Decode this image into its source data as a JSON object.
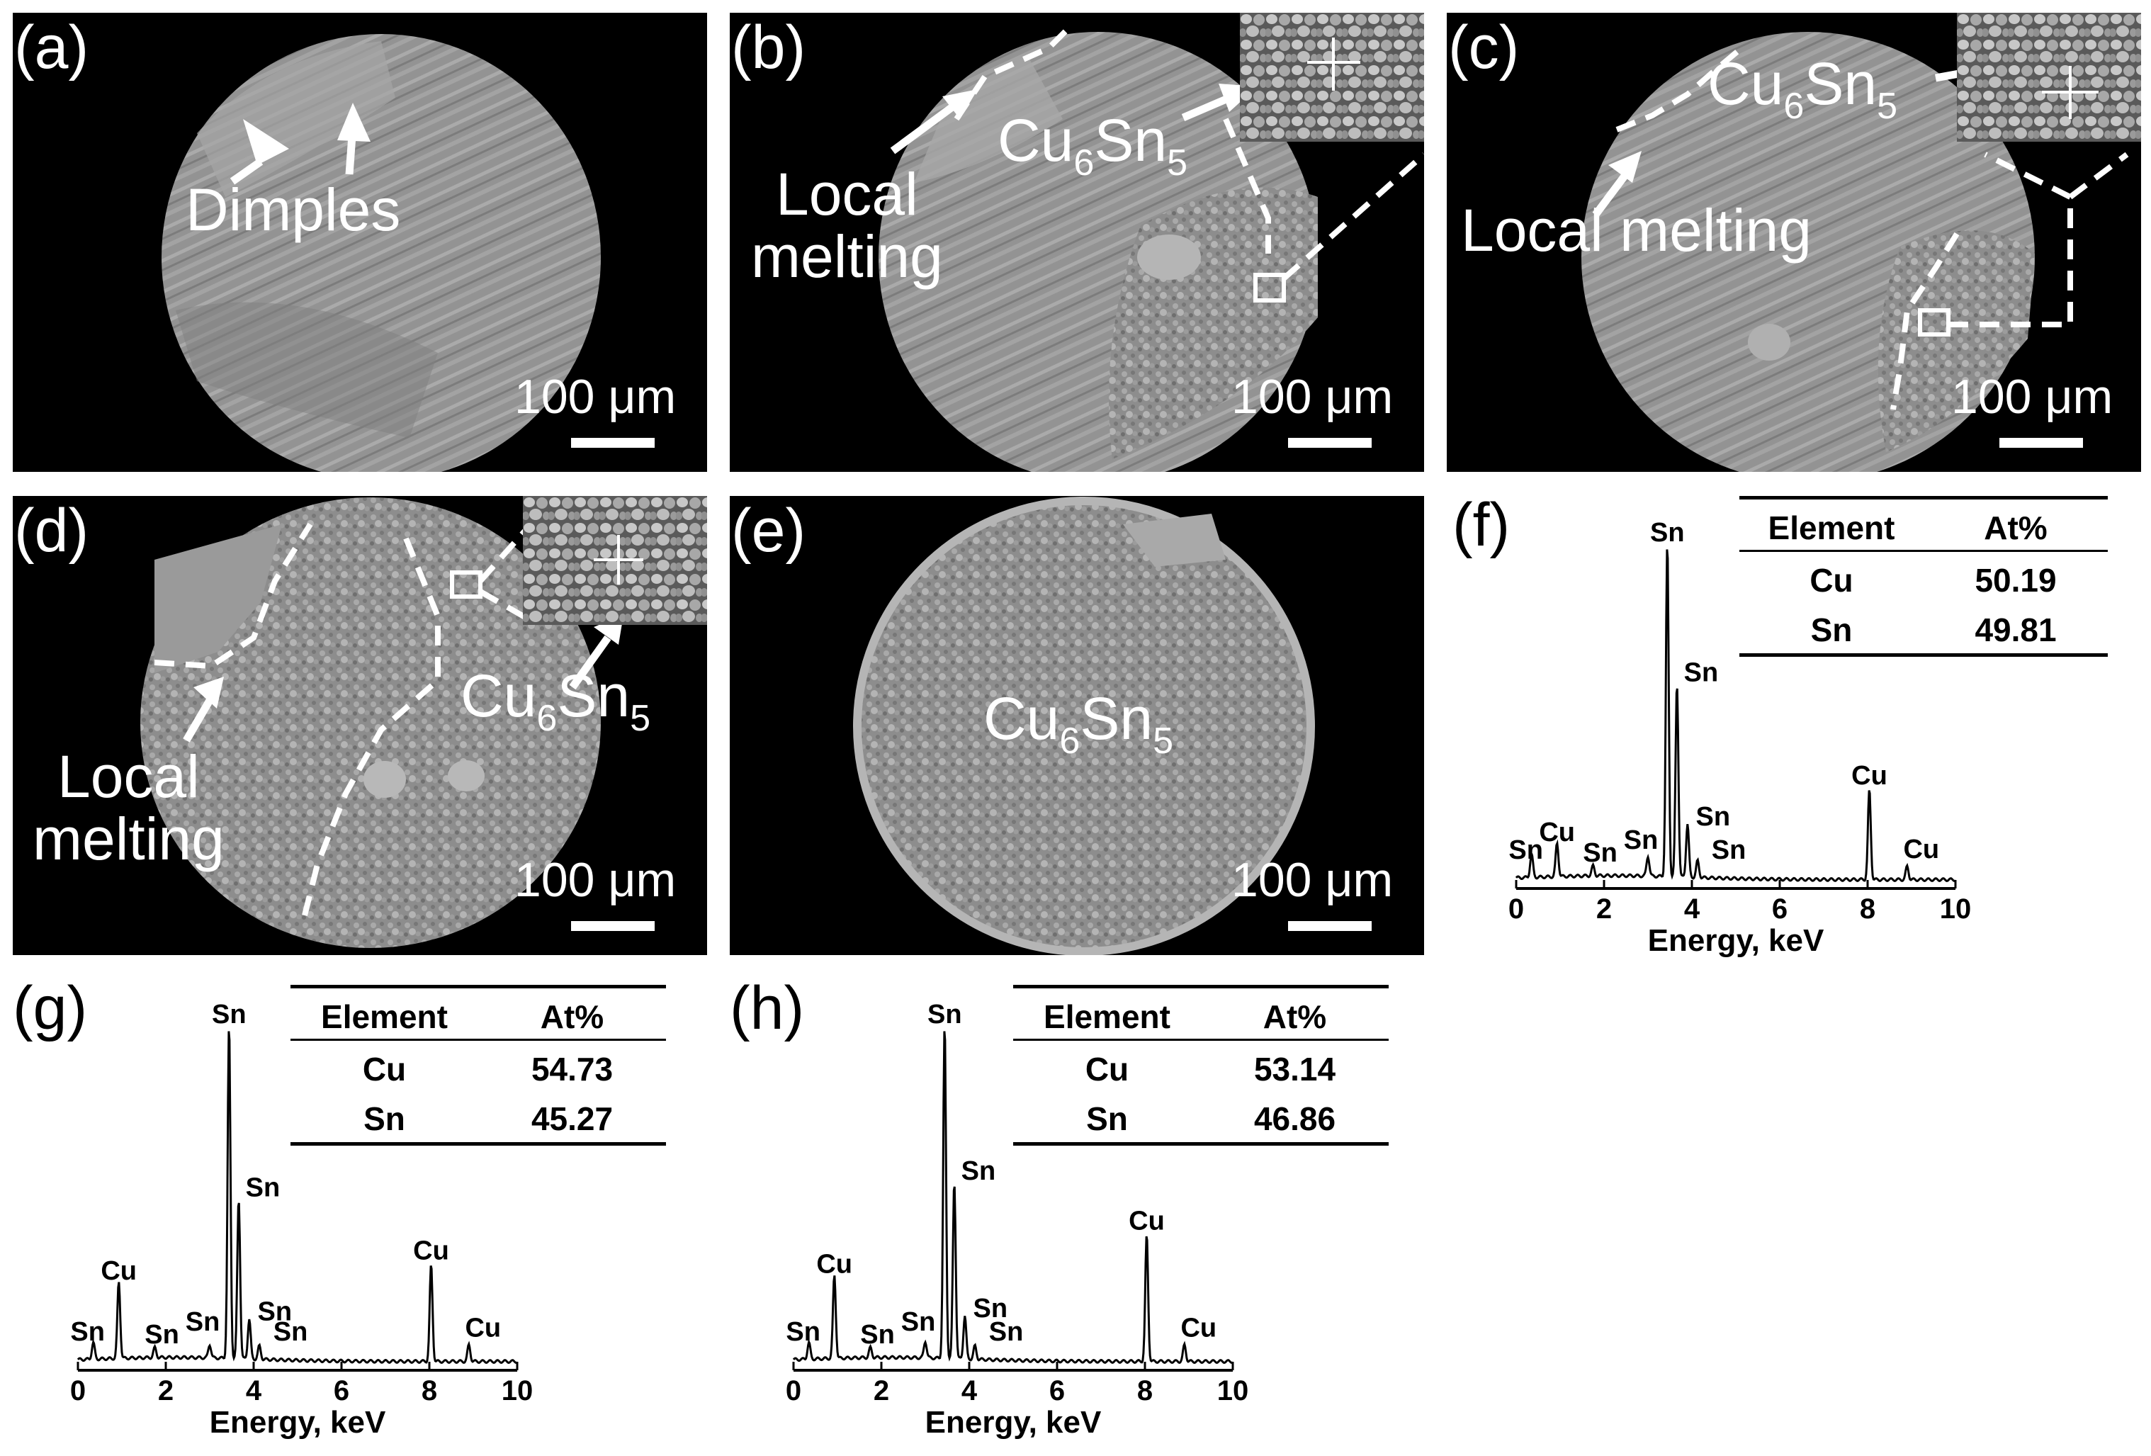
{
  "panels": {
    "a": {
      "label": "(a)",
      "annotation": "Dimples",
      "scale": "100 μm"
    },
    "b": {
      "label": "(b)",
      "local_melting": "Local\nmelting",
      "phase": "Cu",
      "sub1": "6",
      "sn": "Sn",
      "sub2": "5",
      "scale": "100 μm"
    },
    "c": {
      "label": "(c)",
      "local_melting": "Local melting",
      "phase": "Cu",
      "sub1": "6",
      "sn": "Sn",
      "sub2": "5",
      "scale": "100 μm"
    },
    "d": {
      "label": "(d)",
      "local_melting": "Local\nmelting",
      "phase": "Cu",
      "sub1": "6",
      "sn": "Sn",
      "sub2": "5",
      "scale": "100 μm"
    },
    "e": {
      "label": "(e)",
      "phase": "Cu",
      "sub1": "6",
      "sn": "Sn",
      "sub2": "5",
      "scale": "100 μm"
    },
    "f": {
      "label": "(f)"
    },
    "g": {
      "label": "(g)"
    },
    "h": {
      "label": "(h)"
    }
  },
  "tables": {
    "headers": [
      "Element",
      "At%"
    ],
    "f": [
      [
        "Cu",
        "50.19"
      ],
      [
        "Sn",
        "49.81"
      ]
    ],
    "g": [
      [
        "Cu",
        "54.73"
      ],
      [
        "Sn",
        "45.27"
      ]
    ],
    "h": [
      [
        "Cu",
        "53.14"
      ],
      [
        "Sn",
        "46.86"
      ]
    ]
  },
  "chart_data": [
    {
      "panel": "f",
      "type": "line",
      "xlabel": "Energy, keV",
      "xlim": [
        0,
        10
      ],
      "xticks": [
        0,
        2,
        4,
        6,
        8,
        10
      ],
      "ylabel": "",
      "peaks": [
        {
          "label": "Sn",
          "x": 0.35,
          "h": 0.07
        },
        {
          "label": "Cu",
          "x": 0.93,
          "h": 0.1
        },
        {
          "label": "Sn",
          "x": 1.75,
          "h": 0.03
        },
        {
          "label": "Sn",
          "x": 3.0,
          "h": 0.06
        },
        {
          "label": "Sn",
          "x": 3.44,
          "h": 1.0
        },
        {
          "label": "Sn",
          "x": 3.66,
          "h": 0.58
        },
        {
          "label": "Sn",
          "x": 3.9,
          "h": 0.16
        },
        {
          "label": "Sn",
          "x": 4.13,
          "h": 0.05
        },
        {
          "label": "Cu",
          "x": 8.04,
          "h": 0.27
        },
        {
          "label": "Cu",
          "x": 8.9,
          "h": 0.04
        }
      ]
    },
    {
      "panel": "g",
      "type": "line",
      "xlabel": "Energy, keV",
      "xlim": [
        0,
        10
      ],
      "xticks": [
        0,
        2,
        4,
        6,
        8,
        10
      ],
      "ylabel": "",
      "peaks": [
        {
          "label": "Sn",
          "x": 0.35,
          "h": 0.05
        },
        {
          "label": "Cu",
          "x": 0.93,
          "h": 0.23
        },
        {
          "label": "Sn",
          "x": 1.75,
          "h": 0.03
        },
        {
          "label": "Sn",
          "x": 3.0,
          "h": 0.04
        },
        {
          "label": "Sn",
          "x": 3.44,
          "h": 1.0
        },
        {
          "label": "Sn",
          "x": 3.66,
          "h": 0.48
        },
        {
          "label": "Sn",
          "x": 3.9,
          "h": 0.12
        },
        {
          "label": "Sn",
          "x": 4.13,
          "h": 0.04
        },
        {
          "label": "Cu",
          "x": 8.04,
          "h": 0.29
        },
        {
          "label": "Cu",
          "x": 8.9,
          "h": 0.05
        }
      ]
    },
    {
      "panel": "h",
      "type": "line",
      "xlabel": "Energy, keV",
      "xlim": [
        0,
        10
      ],
      "xticks": [
        0,
        2,
        4,
        6,
        8,
        10
      ],
      "ylabel": "",
      "peaks": [
        {
          "label": "Sn",
          "x": 0.35,
          "h": 0.05
        },
        {
          "label": "Cu",
          "x": 0.93,
          "h": 0.25
        },
        {
          "label": "Sn",
          "x": 1.75,
          "h": 0.03
        },
        {
          "label": "Sn",
          "x": 3.0,
          "h": 0.05
        },
        {
          "label": "Sn",
          "x": 3.44,
          "h": 1.0
        },
        {
          "label": "Sn",
          "x": 3.66,
          "h": 0.53
        },
        {
          "label": "Sn",
          "x": 3.9,
          "h": 0.13
        },
        {
          "label": "Sn",
          "x": 4.13,
          "h": 0.04
        },
        {
          "label": "Cu",
          "x": 8.04,
          "h": 0.38
        },
        {
          "label": "Cu",
          "x": 8.9,
          "h": 0.05
        }
      ]
    }
  ]
}
